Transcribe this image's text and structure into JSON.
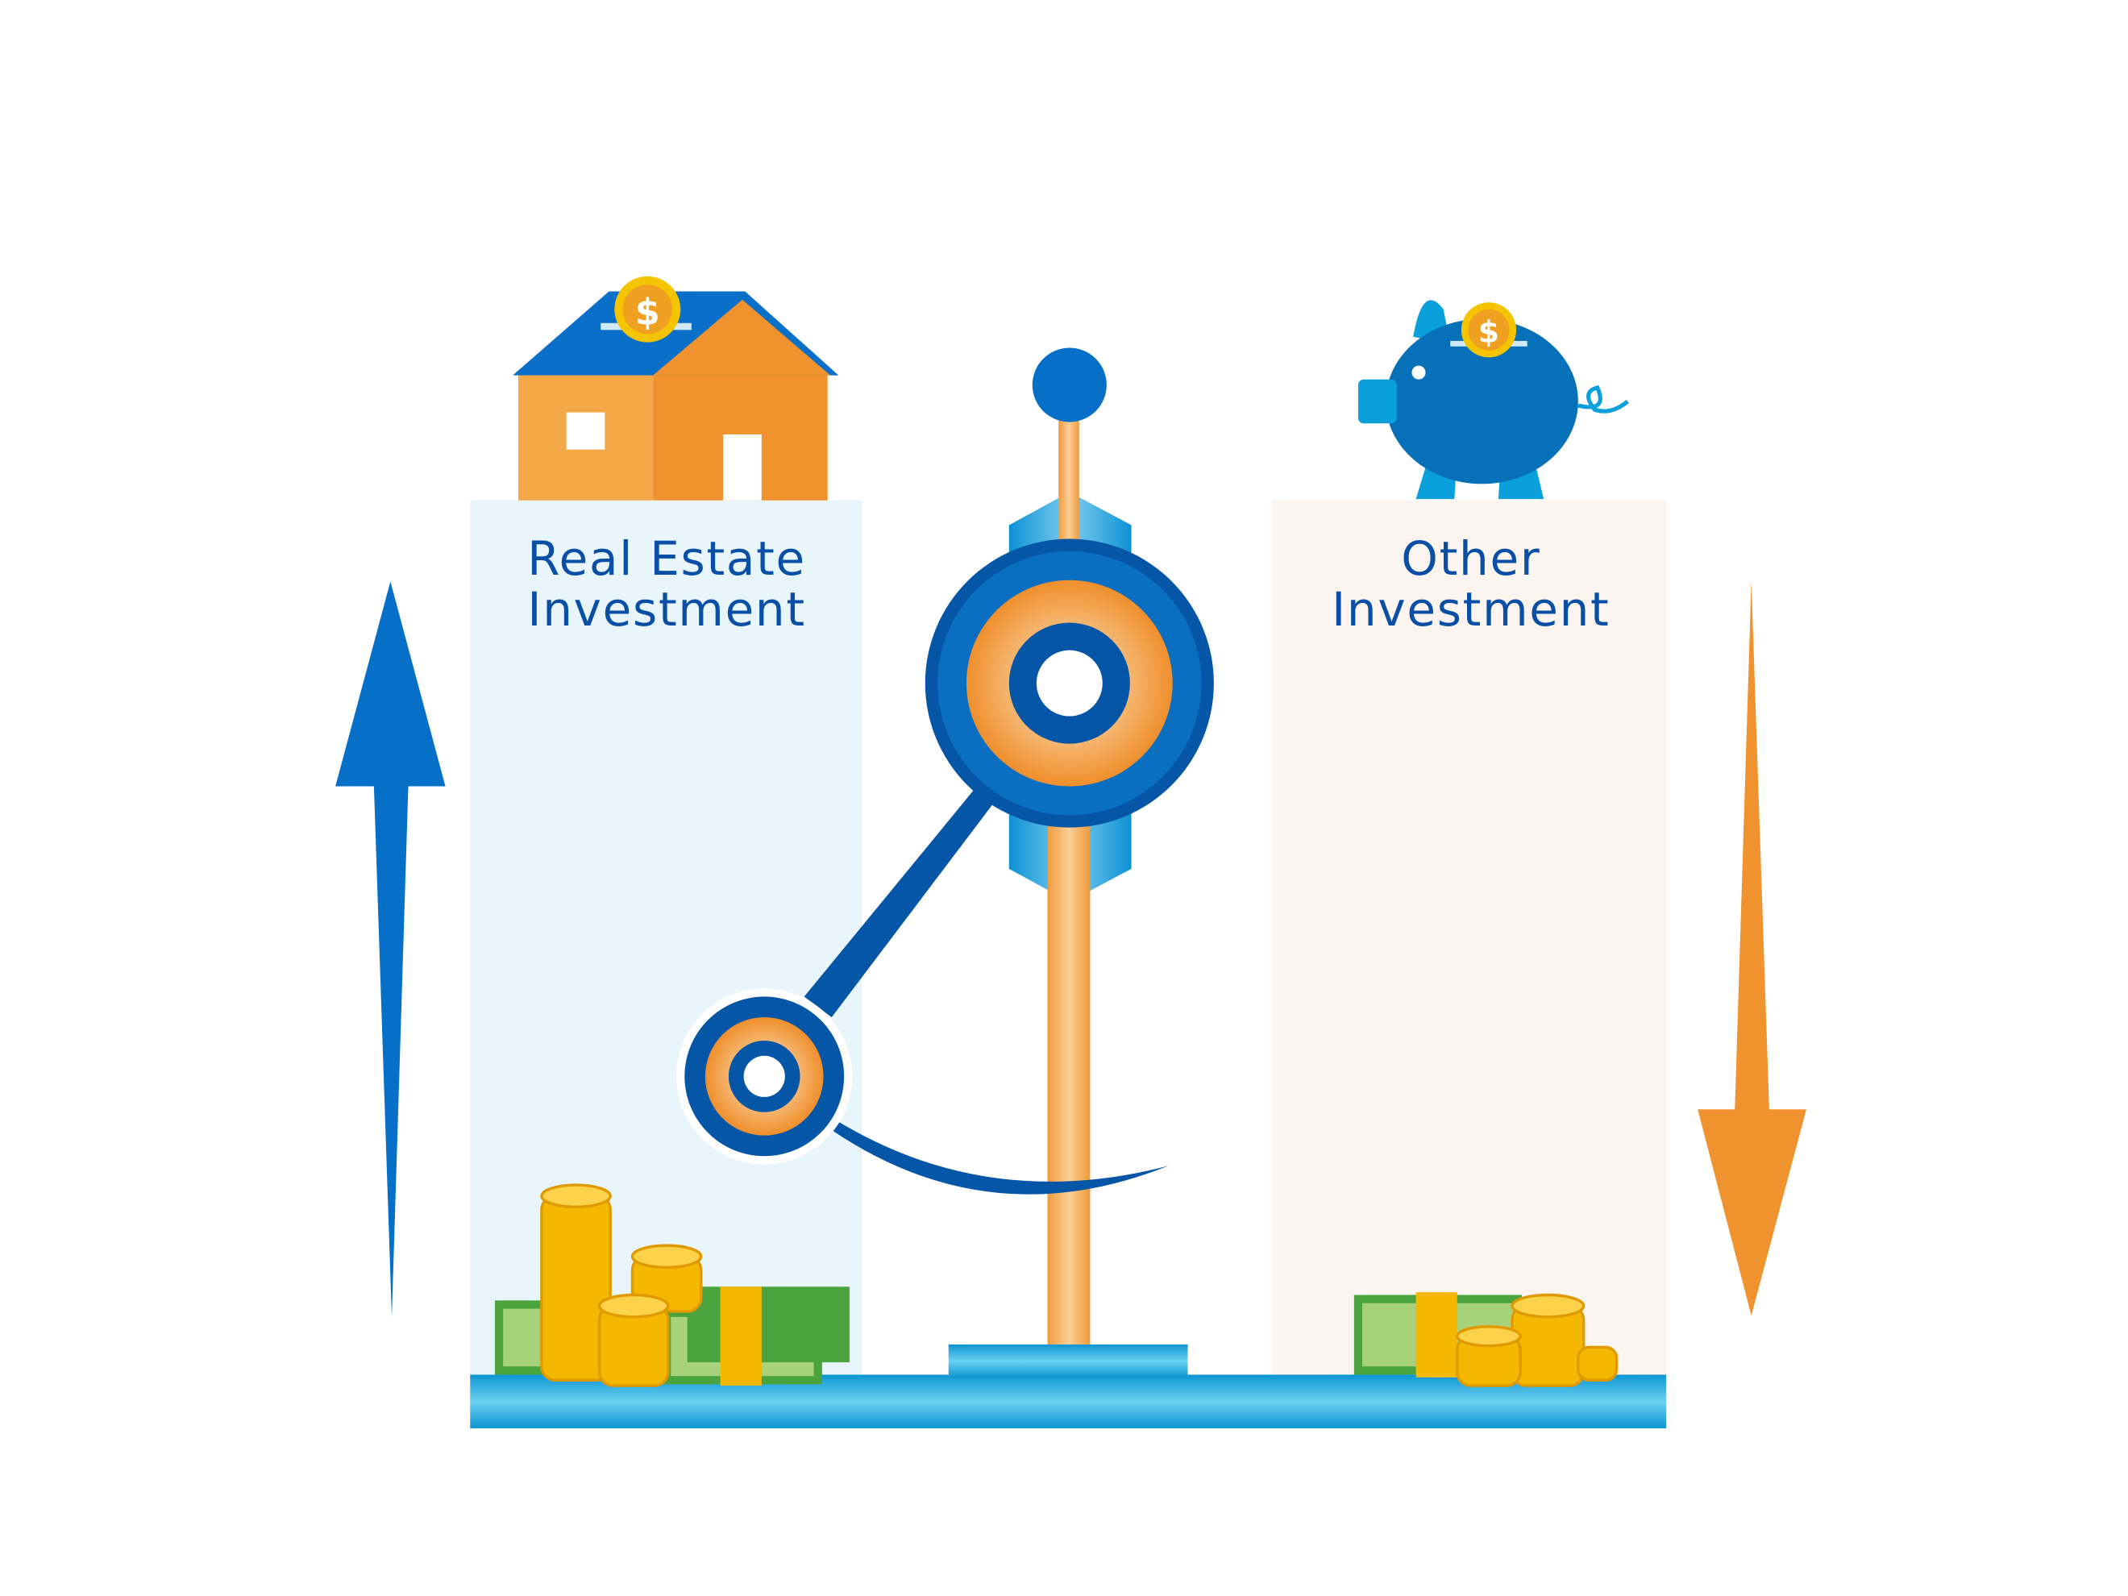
{
  "left_panel": {
    "line1": "Real Estate",
    "line2": "Investment",
    "trend": "up"
  },
  "right_panel": {
    "line1": "Other",
    "line2": "Investment",
    "trend": "down"
  },
  "coin_symbol": "$",
  "colors": {
    "blue": "#0a6fc8",
    "dark_blue": "#0656a8",
    "orange": "#f0922e",
    "left_bg": "#e8f5fb",
    "right_bg": "#fcf4ef",
    "base": "#1aa6dc",
    "cash_green": "#7cc45a",
    "coin": "#f5b800"
  }
}
